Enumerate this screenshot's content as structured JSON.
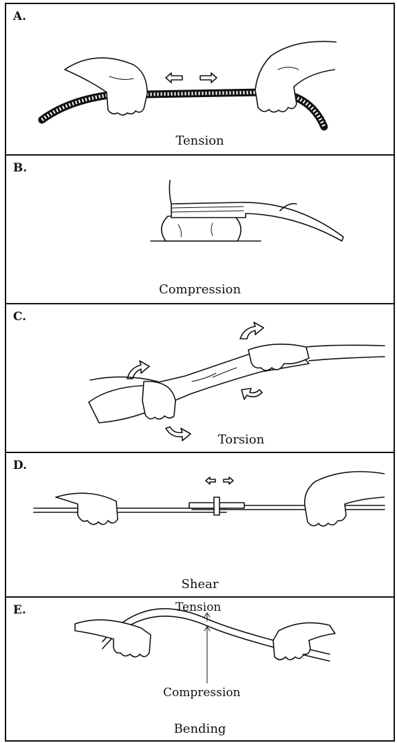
{
  "panels": [
    {
      "letter": "A.",
      "caption": "Tension"
    },
    {
      "letter": "B.",
      "caption": "Compression"
    },
    {
      "letter": "C.",
      "caption": "Torsion"
    },
    {
      "letter": "D.",
      "caption": "Shear"
    },
    {
      "letter": "E.",
      "caption": "Bending",
      "top_label": "Tension",
      "bottom_label": "Compression"
    }
  ]
}
